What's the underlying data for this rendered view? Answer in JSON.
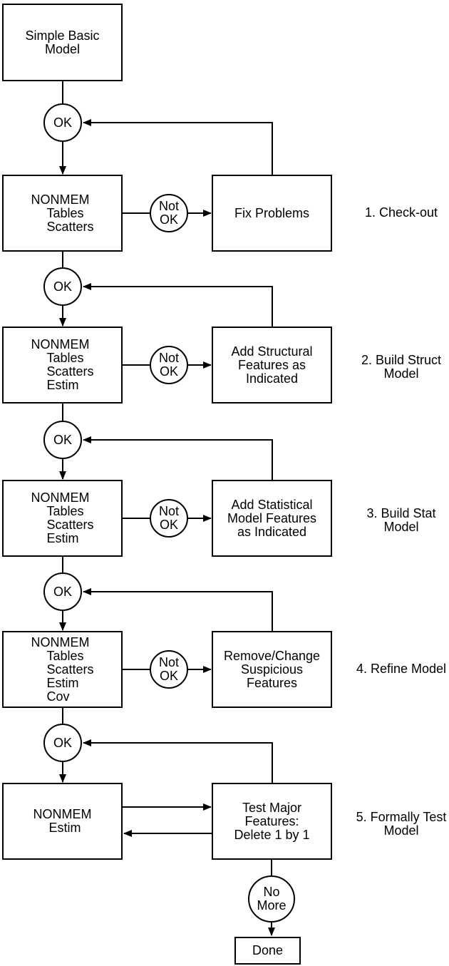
{
  "diagram": {
    "background": "#ffffff",
    "line_color": "#000000",
    "start_box": {
      "lines": [
        "Simple Basic",
        "Model"
      ]
    },
    "gates": {
      "ok": "OK",
      "not_ok": [
        "Not",
        "OK"
      ],
      "no_more": [
        "No",
        "More"
      ]
    },
    "sections": [
      {
        "step": {
          "lines": [
            "1. Check-out"
          ]
        },
        "process": {
          "lines": [
            "NONMEM",
            "Tables",
            "Scatters"
          ]
        },
        "action": {
          "lines": [
            "Fix Problems"
          ]
        }
      },
      {
        "step": {
          "lines": [
            "2. Build Struct",
            "Model"
          ]
        },
        "process": {
          "lines": [
            "NONMEM",
            "Tables",
            "Scatters",
            "Estim"
          ]
        },
        "action": {
          "lines": [
            "Add Structural",
            "Features as",
            "Indicated"
          ]
        }
      },
      {
        "step": {
          "lines": [
            "3. Build Stat",
            "Model"
          ]
        },
        "process": {
          "lines": [
            "NONMEM",
            "Tables",
            "Scatters",
            "Estim"
          ]
        },
        "action": {
          "lines": [
            "Add Statistical",
            "Model Features",
            "as Indicated"
          ]
        }
      },
      {
        "step": {
          "lines": [
            "4. Refine Model"
          ]
        },
        "process": {
          "lines": [
            "NONMEM",
            "Tables",
            "Scatters",
            "Estim",
            "Cov"
          ]
        },
        "action": {
          "lines": [
            "Remove/Change",
            "Suspicious",
            "Features"
          ]
        }
      },
      {
        "step": {
          "lines": [
            "5. Formally Test",
            "Model"
          ]
        },
        "process": {
          "lines": [
            "NONMEM",
            "Estim"
          ]
        },
        "action": {
          "lines": [
            "Test Major",
            "Features:",
            "Delete 1 by 1"
          ]
        }
      }
    ],
    "done_box": {
      "label": "Done"
    }
  }
}
